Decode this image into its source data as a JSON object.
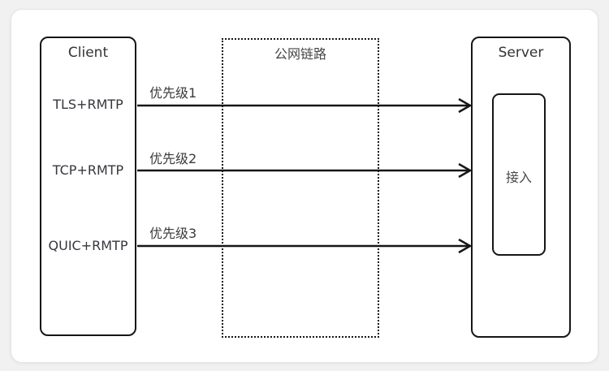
{
  "diagram": {
    "client": {
      "title": "Client",
      "protocols": [
        "TLS+RMTP",
        "TCP+RMTP",
        "QUIC+RMTP"
      ]
    },
    "network": {
      "label": "公网链路"
    },
    "server": {
      "title": "Server",
      "module_label": "接入"
    },
    "arrows": [
      {
        "label": "优先级1"
      },
      {
        "label": "优先级2"
      },
      {
        "label": "优先级3"
      }
    ],
    "colors": {
      "line": "#161616",
      "box_border": "#161616",
      "text": "#333333",
      "card_bg": "#ffffff",
      "page_bg": "#f1f1f1"
    }
  }
}
